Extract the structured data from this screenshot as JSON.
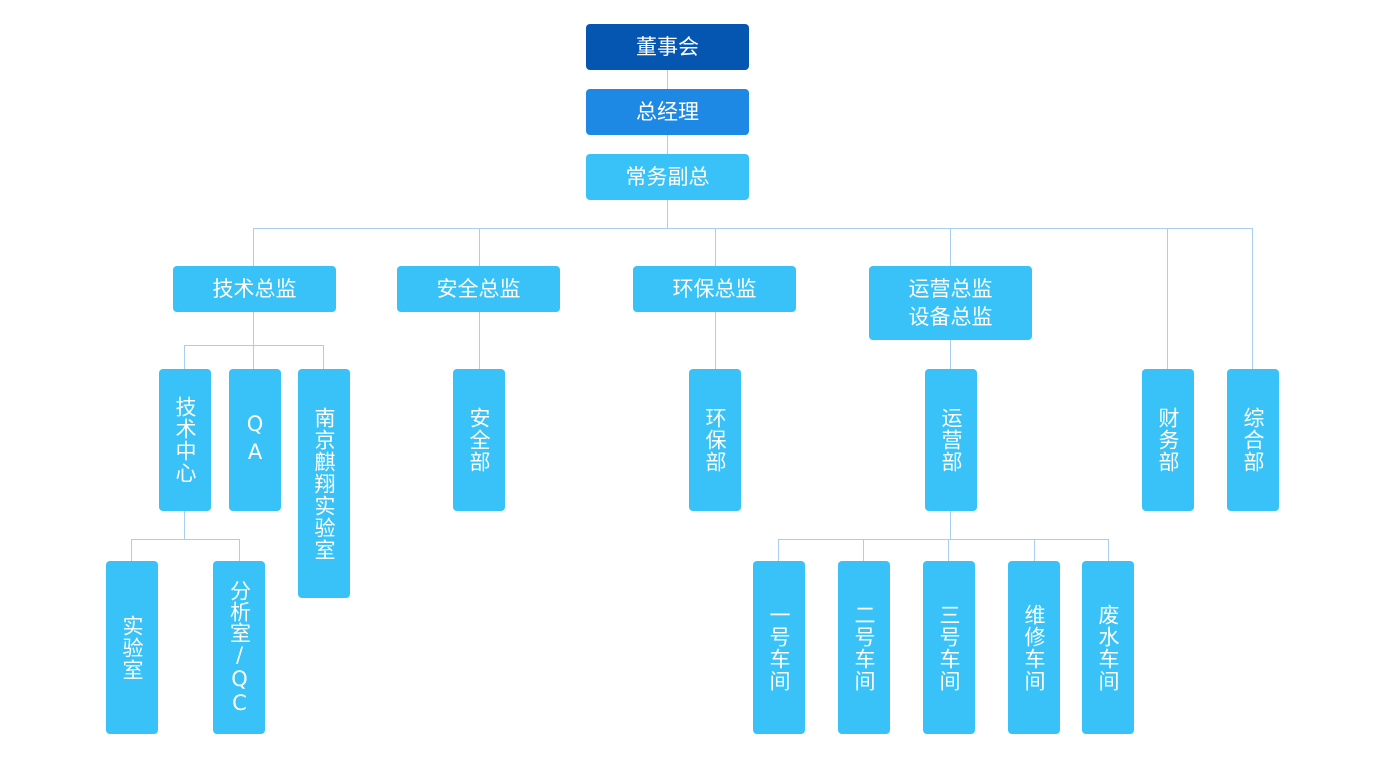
{
  "colors": {
    "top": "#0556b0",
    "second": "#1e88e5",
    "node": "#38c2f7",
    "line": "#a9cfee"
  },
  "nodes": {
    "board": "董事会",
    "gm": "总经理",
    "vp": "常务副总",
    "tech_director": "技术总监",
    "safety_director": "安全总监",
    "env_director": "环保总监",
    "ops_director": [
      "运营总监",
      "设备总监"
    ],
    "tech_center": "技术中心",
    "qa": "QA",
    "nanjing_lab": "南京麒翔实验室",
    "safety_dept": "安全部",
    "env_dept": "环保部",
    "ops_dept": "运营部",
    "finance_dept": "财务部",
    "general_dept": "综合部",
    "lab": "实验室",
    "analysis_qc": "分析室/QC",
    "workshop_1": "一号车间",
    "workshop_2": "二号车间",
    "workshop_3": "三号车间",
    "maintenance_workshop": "维修车间",
    "wastewater_workshop": "废水车间"
  }
}
